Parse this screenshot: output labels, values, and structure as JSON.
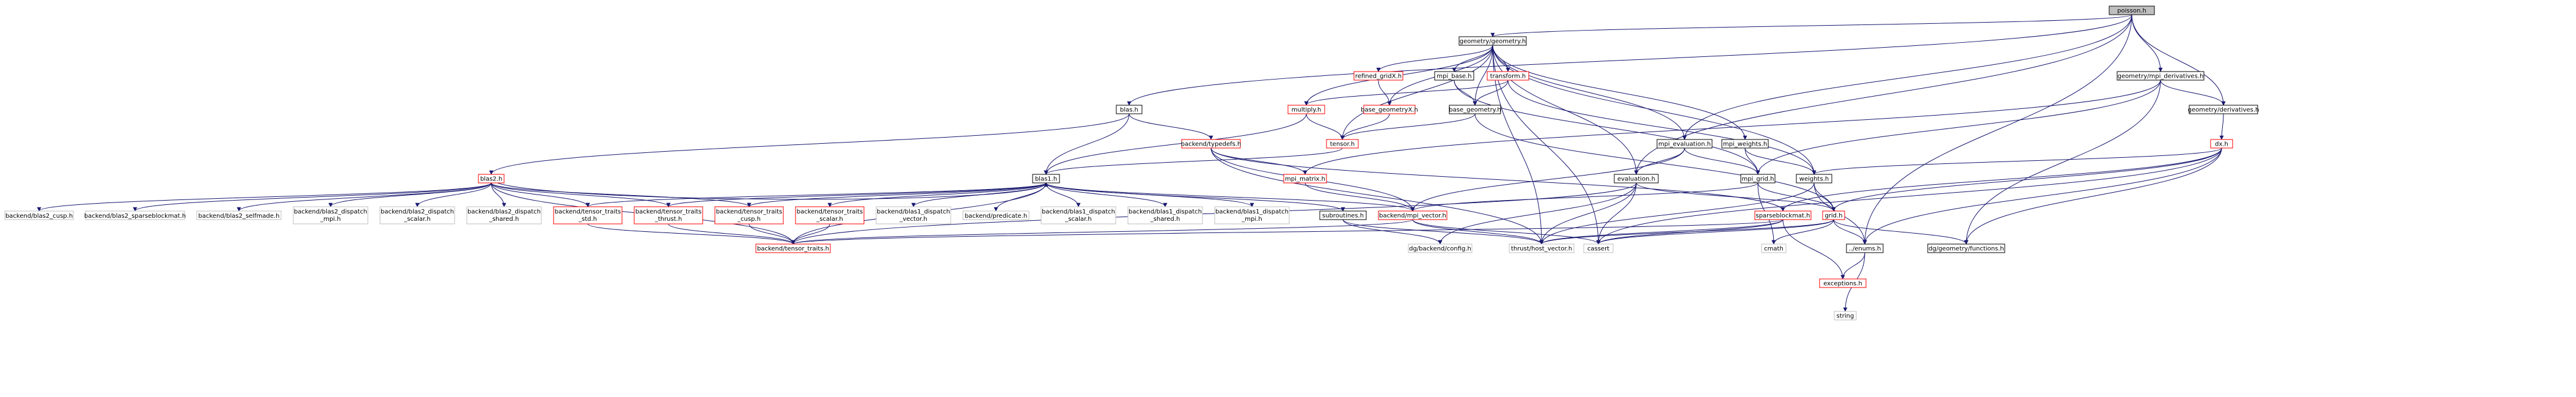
{
  "colors": {
    "edge": "#191970",
    "root_fill": "#bfbfbf",
    "default_fill": "#ffffff",
    "border_black": "#000000",
    "border_red": "#ff0000",
    "border_grey": "#bfbfbf"
  },
  "nodes": [
    {
      "id": "poisson",
      "label": "poisson.h",
      "style": "root"
    },
    {
      "id": "geometry",
      "label": "geometry/geometry.h",
      "style": "black"
    },
    {
      "id": "mpi_derivatives",
      "label": "geometry/mpi_derivatives.h",
      "style": "black"
    },
    {
      "id": "blas",
      "label": "blas.h",
      "style": "black"
    },
    {
      "id": "refined_gridX",
      "label": "refined_gridX.h",
      "style": "red"
    },
    {
      "id": "mpi_base",
      "label": "mpi_base.h",
      "style": "black"
    },
    {
      "id": "transform",
      "label": "transform.h",
      "style": "red"
    },
    {
      "id": "derivatives",
      "label": "geometry/derivatives.h",
      "style": "black"
    },
    {
      "id": "base_geometryX",
      "label": "base_geometryX.h",
      "style": "red"
    },
    {
      "id": "multiply",
      "label": "multiply.h",
      "style": "red"
    },
    {
      "id": "base_geometry",
      "label": "base_geometry.h",
      "style": "black"
    },
    {
      "id": "typedefs",
      "label": "backend/typedefs.h",
      "style": "red"
    },
    {
      "id": "tensor",
      "label": "tensor.h",
      "style": "red"
    },
    {
      "id": "mpi_evaluation",
      "label": "mpi_evaluation.h",
      "style": "black"
    },
    {
      "id": "mpi_weights",
      "label": "mpi_weights.h",
      "style": "black"
    },
    {
      "id": "dx",
      "label": "dx.h",
      "style": "red"
    },
    {
      "id": "blas2",
      "label": "blas2.h",
      "style": "red"
    },
    {
      "id": "blas1",
      "label": "blas1.h",
      "style": "black"
    },
    {
      "id": "mpi_matrix",
      "label": "mpi_matrix.h",
      "style": "red"
    },
    {
      "id": "evaluation",
      "label": "evaluation.h",
      "style": "black"
    },
    {
      "id": "mpi_grid",
      "label": "mpi_grid.h",
      "style": "black"
    },
    {
      "id": "weights",
      "label": "weights.h",
      "style": "black"
    },
    {
      "id": "blas2_cusp",
      "label": "backend/blas2_cusp.h",
      "style": "grey",
      "lines": [
        "backend/blas2_cusp.h"
      ]
    },
    {
      "id": "blas2_sparse",
      "label": "backend/blas2_sparseblockmat.h",
      "style": "grey",
      "lines": [
        "backend/blas2_sparseblockmat.h"
      ]
    },
    {
      "id": "blas2_selfmade",
      "label": "backend/blas2_selfmade.h",
      "style": "grey",
      "lines": [
        "backend/blas2_selfmade.h"
      ]
    },
    {
      "id": "blas2_dispatch_mpi",
      "label": "backend/blas2_dispatch_mpi.h",
      "style": "grey",
      "lines": [
        "backend/blas2_dispatch",
        "_mpi.h"
      ]
    },
    {
      "id": "blas2_dispatch_scalar",
      "label": "backend/blas2_dispatch_scalar.h",
      "style": "grey",
      "lines": [
        "backend/blas2_dispatch",
        "_scalar.h"
      ]
    },
    {
      "id": "blas2_dispatch_shared",
      "label": "backend/blas2_dispatch_shared.h",
      "style": "grey",
      "lines": [
        "backend/blas2_dispatch",
        "_shared.h"
      ]
    },
    {
      "id": "tt_std",
      "label": "backend/tensor_traits_std.h",
      "style": "red",
      "lines": [
        "backend/tensor_traits",
        "_std.h"
      ]
    },
    {
      "id": "tt_thrust",
      "label": "backend/tensor_traits_thrust.h",
      "style": "red",
      "lines": [
        "backend/tensor_traits",
        "_thrust.h"
      ]
    },
    {
      "id": "tt_cusp",
      "label": "backend/tensor_traits_cusp.h",
      "style": "red",
      "lines": [
        "backend/tensor_traits",
        "_cusp.h"
      ]
    },
    {
      "id": "tt_scalar",
      "label": "backend/tensor_traits_scalar.h",
      "style": "red",
      "lines": [
        "backend/tensor_traits",
        "_scalar.h"
      ]
    },
    {
      "id": "blas1_dispatch_vector",
      "label": "backend/blas1_dispatch_vector.h",
      "style": "grey",
      "lines": [
        "backend/blas1_dispatch",
        "_vector.h"
      ]
    },
    {
      "id": "predicate",
      "label": "backend/predicate.h",
      "style": "grey",
      "lines": [
        "backend/predicate.h"
      ]
    },
    {
      "id": "blas1_dispatch_scalar",
      "label": "backend/blas1_dispatch_scalar.h",
      "style": "grey",
      "lines": [
        "backend/blas1_dispatch",
        "_scalar.h"
      ]
    },
    {
      "id": "blas1_dispatch_shared",
      "label": "backend/blas1_dispatch_shared.h",
      "style": "grey",
      "lines": [
        "backend/blas1_dispatch",
        "_shared.h"
      ]
    },
    {
      "id": "blas1_dispatch_mpi",
      "label": "backend/blas1_dispatch_mpi.h",
      "style": "grey",
      "lines": [
        "backend/blas1_dispatch",
        "_mpi.h"
      ]
    },
    {
      "id": "subroutines",
      "label": "subroutines.h",
      "style": "black"
    },
    {
      "id": "mpi_vector",
      "label": "backend/mpi_vector.h",
      "style": "red"
    },
    {
      "id": "sparseblockmat",
      "label": "sparseblockmat.h",
      "style": "red"
    },
    {
      "id": "grid",
      "label": "grid.h",
      "style": "red"
    },
    {
      "id": "tensor_traits",
      "label": "backend/tensor_traits.h",
      "style": "red"
    },
    {
      "id": "config",
      "label": "dg/backend/config.h",
      "style": "grey"
    },
    {
      "id": "host_vector",
      "label": "thrust/host_vector.h",
      "style": "grey"
    },
    {
      "id": "cassert",
      "label": "cassert",
      "style": "grey"
    },
    {
      "id": "cmath",
      "label": "cmath",
      "style": "grey"
    },
    {
      "id": "enums",
      "label": "../enums.h",
      "style": "black"
    },
    {
      "id": "functions",
      "label": "dg/geometry/functions.h",
      "style": "black"
    },
    {
      "id": "exceptions",
      "label": "exceptions.h",
      "style": "red"
    },
    {
      "id": "string",
      "label": "string",
      "style": "grey"
    }
  ],
  "edges": [
    [
      "poisson",
      "geometry"
    ],
    [
      "poisson",
      "mpi_derivatives"
    ],
    [
      "poisson",
      "blas"
    ],
    [
      "poisson",
      "derivatives"
    ],
    [
      "poisson",
      "mpi_evaluation"
    ],
    [
      "poisson",
      "enums"
    ],
    [
      "poisson",
      "evaluation"
    ],
    [
      "geometry",
      "refined_gridX"
    ],
    [
      "geometry",
      "mpi_base"
    ],
    [
      "geometry",
      "transform"
    ],
    [
      "geometry",
      "base_geometryX"
    ],
    [
      "geometry",
      "multiply"
    ],
    [
      "geometry",
      "base_geometry"
    ],
    [
      "geometry",
      "tensor"
    ],
    [
      "geometry",
      "mpi_evaluation"
    ],
    [
      "geometry",
      "mpi_weights"
    ],
    [
      "geometry",
      "evaluation"
    ],
    [
      "geometry",
      "weights"
    ],
    [
      "geometry",
      "host_vector"
    ],
    [
      "geometry",
      "cassert"
    ],
    [
      "mpi_derivatives",
      "derivatives"
    ],
    [
      "mpi_derivatives",
      "mpi_matrix"
    ],
    [
      "mpi_derivatives",
      "functions"
    ],
    [
      "mpi_derivatives",
      "mpi_grid"
    ],
    [
      "blas",
      "typedefs"
    ],
    [
      "blas",
      "blas1"
    ],
    [
      "blas",
      "blas2"
    ],
    [
      "refined_gridX",
      "base_geometryX"
    ],
    [
      "mpi_base",
      "base_geometry"
    ],
    [
      "mpi_base",
      "mpi_grid"
    ],
    [
      "transform",
      "multiply"
    ],
    [
      "transform",
      "base_geometry"
    ],
    [
      "transform",
      "weights"
    ],
    [
      "derivatives",
      "dx"
    ],
    [
      "base_geometryX",
      "tensor"
    ],
    [
      "multiply",
      "tensor"
    ],
    [
      "multiply",
      "blas1"
    ],
    [
      "base_geometry",
      "tensor"
    ],
    [
      "base_geometry",
      "grid"
    ],
    [
      "typedefs",
      "mpi_matrix"
    ],
    [
      "typedefs",
      "mpi_vector"
    ],
    [
      "typedefs",
      "host_vector"
    ],
    [
      "typedefs",
      "sparseblockmat"
    ],
    [
      "tensor",
      "blas1"
    ],
    [
      "mpi_evaluation",
      "evaluation"
    ],
    [
      "mpi_evaluation",
      "mpi_grid"
    ],
    [
      "mpi_evaluation",
      "mpi_vector"
    ],
    [
      "mpi_weights",
      "mpi_grid"
    ],
    [
      "mpi_weights",
      "weights"
    ],
    [
      "dx",
      "grid"
    ],
    [
      "dx",
      "weights"
    ],
    [
      "dx",
      "functions"
    ],
    [
      "dx",
      "enums"
    ],
    [
      "dx",
      "sparseblockmat"
    ],
    [
      "dx",
      "cassert"
    ],
    [
      "blas2",
      "blas2_cusp"
    ],
    [
      "blas2",
      "blas2_sparse"
    ],
    [
      "blas2",
      "blas2_selfmade"
    ],
    [
      "blas2",
      "blas2_dispatch_mpi"
    ],
    [
      "blas2",
      "blas2_dispatch_scalar"
    ],
    [
      "blas2",
      "blas2_dispatch_shared"
    ],
    [
      "blas2",
      "tt_std"
    ],
    [
      "blas2",
      "tt_thrust"
    ],
    [
      "blas2",
      "tt_cusp"
    ],
    [
      "blas2",
      "tensor_traits"
    ],
    [
      "blas2",
      "blas1"
    ],
    [
      "blas1",
      "tt_std"
    ],
    [
      "blas1",
      "tt_thrust"
    ],
    [
      "blas1",
      "tt_cusp"
    ],
    [
      "blas1",
      "tt_scalar"
    ],
    [
      "blas1",
      "blas1_dispatch_vector"
    ],
    [
      "blas1",
      "predicate"
    ],
    [
      "blas1",
      "blas1_dispatch_scalar"
    ],
    [
      "blas1",
      "blas1_dispatch_shared"
    ],
    [
      "blas1",
      "blas1_dispatch_mpi"
    ],
    [
      "blas1",
      "subroutines"
    ],
    [
      "blas1",
      "mpi_vector"
    ],
    [
      "blas1",
      "tensor_traits"
    ],
    [
      "mpi_matrix",
      "mpi_vector"
    ],
    [
      "evaluation",
      "host_vector"
    ],
    [
      "evaluation",
      "grid"
    ],
    [
      "evaluation",
      "cassert"
    ],
    [
      "evaluation",
      "config"
    ],
    [
      "evaluation",
      "tensor_traits"
    ],
    [
      "mpi_grid",
      "grid"
    ],
    [
      "mpi_grid",
      "cmath"
    ],
    [
      "mpi_grid",
      "mpi_vector"
    ],
    [
      "weights",
      "grid"
    ],
    [
      "weights",
      "enums"
    ],
    [
      "weights",
      "host_vector"
    ],
    [
      "tt_std",
      "tensor_traits"
    ],
    [
      "tt_thrust",
      "tensor_traits"
    ],
    [
      "tt_cusp",
      "tensor_traits"
    ],
    [
      "tt_scalar",
      "tensor_traits"
    ],
    [
      "subroutines",
      "config"
    ],
    [
      "subroutines",
      "host_vector"
    ],
    [
      "mpi_vector",
      "tensor_traits"
    ],
    [
      "mpi_vector",
      "host_vector"
    ],
    [
      "mpi_vector",
      "cassert"
    ],
    [
      "sparseblockmat",
      "tensor_traits"
    ],
    [
      "sparseblockmat",
      "host_vector"
    ],
    [
      "sparseblockmat",
      "cassert"
    ],
    [
      "sparseblockmat",
      "exceptions"
    ],
    [
      "grid",
      "cassert"
    ],
    [
      "grid",
      "cmath"
    ],
    [
      "grid",
      "enums"
    ],
    [
      "grid",
      "functions"
    ],
    [
      "grid",
      "host_vector"
    ],
    [
      "enums",
      "exceptions"
    ],
    [
      "enums",
      "string"
    ]
  ]
}
